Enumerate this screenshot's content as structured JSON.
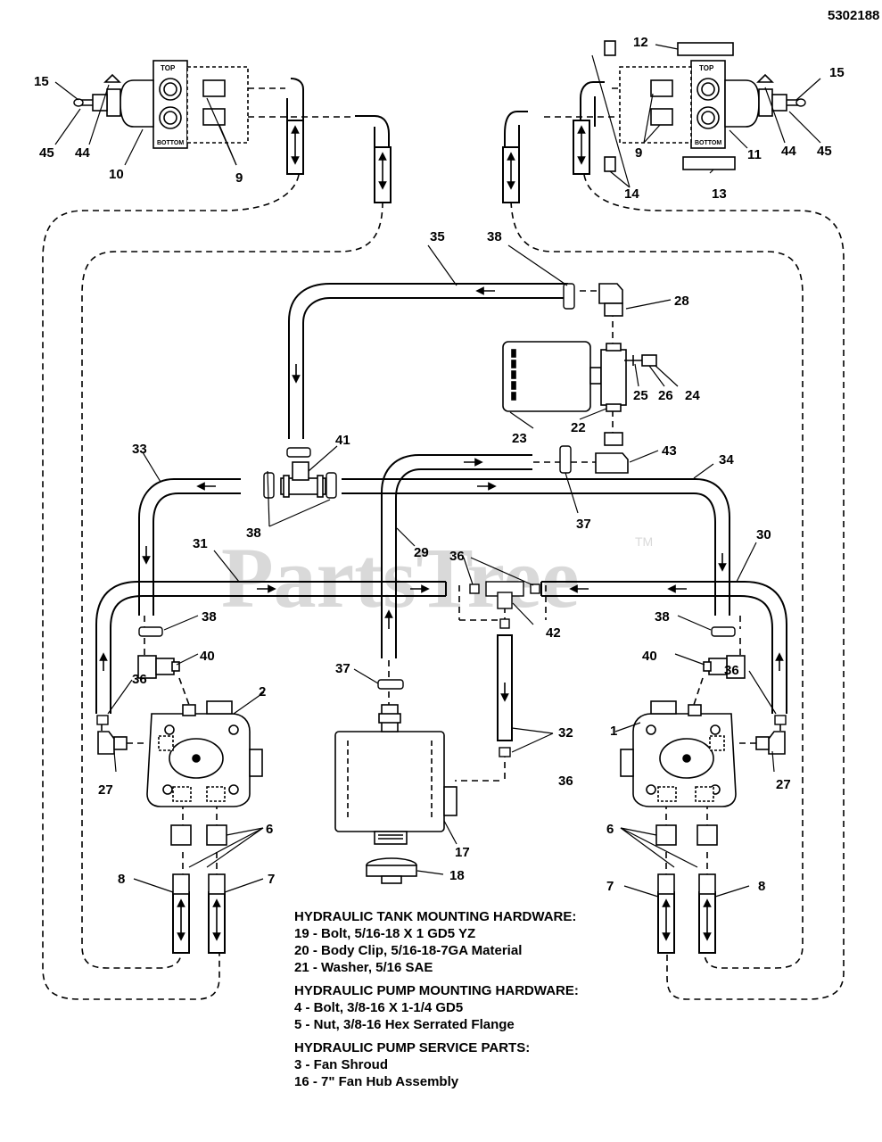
{
  "document_number": "5302188",
  "watermark": "PartsTree",
  "watermark_tm": "TM",
  "callouts": [
    "15",
    "45",
    "44",
    "10",
    "9",
    "12",
    "14",
    "11",
    "13",
    "35",
    "38",
    "28",
    "23",
    "22",
    "25",
    "26",
    "24",
    "33",
    "41",
    "43",
    "34",
    "37",
    "31",
    "29",
    "36",
    "30",
    "42",
    "40",
    "2",
    "1",
    "27",
    "32",
    "17",
    "18",
    "6",
    "7",
    "8"
  ],
  "diagram_text": {
    "top": "TOP",
    "bottom": "BOTTOM"
  },
  "hardware_notes": [
    {
      "heading": "HYDRAULIC TANK MOUNTING HARDWARE:",
      "items": [
        "19 - Bolt, 5/16-18 X 1 GD5 YZ",
        "20 - Body Clip, 5/16-18-7GA Material",
        "21 - Washer, 5/16 SAE"
      ]
    },
    {
      "heading": "HYDRAULIC PUMP MOUNTING HARDWARE:",
      "items": [
        "4 - Bolt, 3/8-16 X 1-1/4 GD5",
        "5 - Nut, 3/8-16 Hex Serrated Flange"
      ]
    },
    {
      "heading": "HYDRAULIC PUMP SERVICE PARTS:",
      "items": [
        "3 - Fan Shroud",
        "16 - 7\" Fan Hub Assembly"
      ]
    }
  ]
}
